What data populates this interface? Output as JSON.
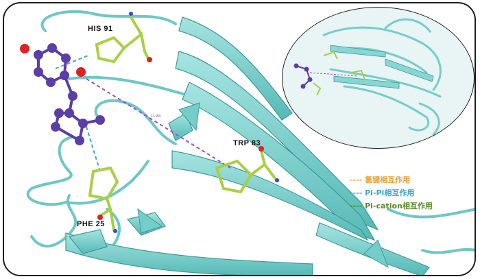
{
  "residues": {
    "his": "HIS 91",
    "trp": "TRP 83",
    "phe": "PHE 25"
  },
  "distance_label": "11.84",
  "legend": [
    {
      "label": "---- 氢键相互作用",
      "color": "#e8a23a"
    },
    {
      "label": "---- Pi-Pi相互作用",
      "color": "#3aa6c4"
    },
    {
      "label": "---- Pi-cation相互作用",
      "color": "#5a8a2a"
    }
  ],
  "colors": {
    "ribbon": "#7fd3d0",
    "ribbon_edge": "#3d9a98",
    "ligand": "#5b3fa6",
    "residue_stick": "#a8d042",
    "frame": "#1e1e1e"
  }
}
